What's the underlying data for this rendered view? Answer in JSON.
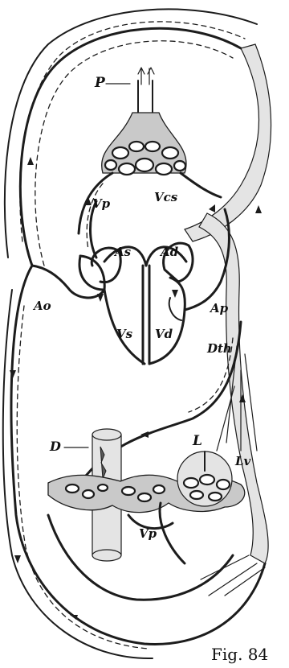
{
  "labels": {
    "P": "P",
    "Vp_top": "Vp",
    "Vcs": "Vcs",
    "As": "As",
    "Ad": "Ad",
    "Ao": "Ao",
    "Ap": "Ap",
    "Vs": "Vs",
    "Vd": "Vd",
    "Dth": "Dth",
    "D": "D",
    "L": "L",
    "Lv": "Lv",
    "Vp_bottom": "Vp"
  },
  "caption": "Fig. 84"
}
